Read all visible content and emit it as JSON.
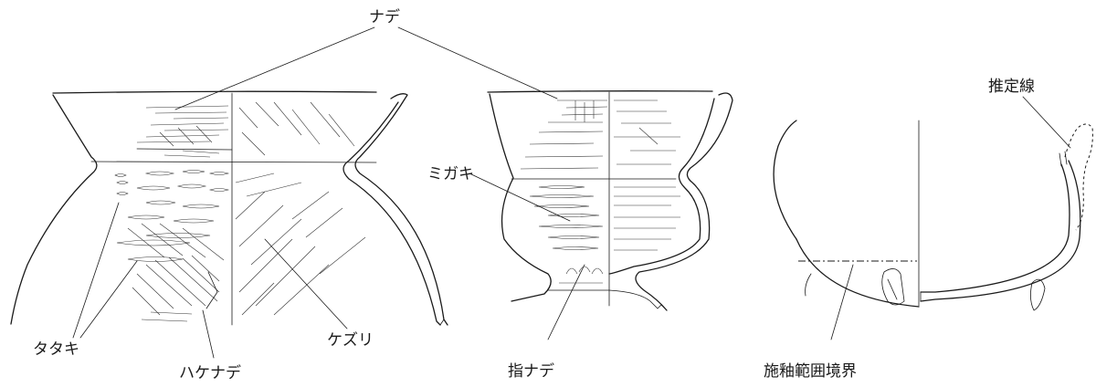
{
  "labels": {
    "nade": "ナデ",
    "tataki": "タタキ",
    "hakenade": "ハケナデ",
    "kezuri": "ケズリ",
    "migaki": "ミガキ",
    "yubinade": "指ナデ",
    "suiteisen": "推定線",
    "seyuhankyoukai": "施釉範囲境界"
  }
}
